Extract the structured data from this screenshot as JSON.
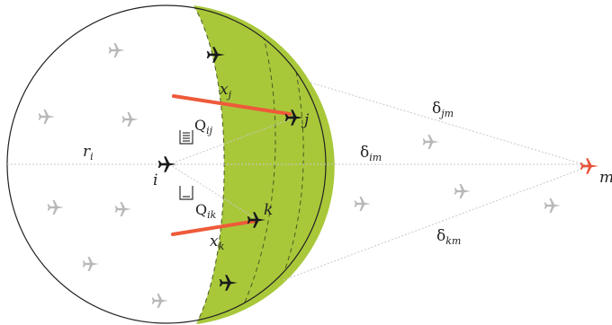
{
  "labels": {
    "r": "r",
    "r_sub": "i",
    "i": "i",
    "j": "j",
    "k": "k",
    "m": "m",
    "xj": "x",
    "xj_sub": "j",
    "xk": "x",
    "xk_sub": "k",
    "qij": "Q",
    "qij_sub": "ij",
    "qik": "Q",
    "qik_sub": "ik",
    "djm": "δ",
    "djm_sub": "jm",
    "dim": "δ",
    "dim_sub": "im",
    "dkm": "δ",
    "dkm_sub": "km"
  },
  "colors": {
    "sector": "#a8c83a",
    "link": "#ee5a3a",
    "aircraft_dark": "#1a1a1a",
    "aircraft_light": "#b8b8b8",
    "target": "#e8523a",
    "guide": "#c8c8c8"
  },
  "icons": {
    "aircraft": "airplane-icon",
    "queue": "queue-icon",
    "target": "airplane-icon"
  }
}
